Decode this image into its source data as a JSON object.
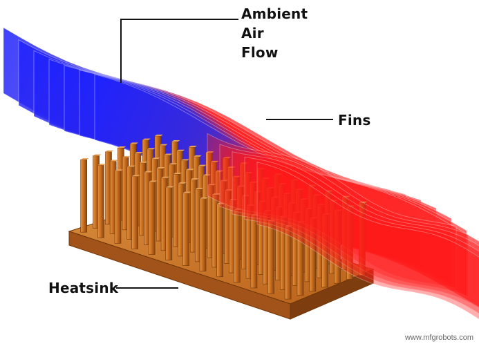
{
  "labels": {
    "ambient_air_flow": [
      "Ambient",
      "Air",
      "Flow"
    ],
    "fins": "Fins",
    "heatsink": "Heatsink"
  },
  "watermark": "www.mfgrobots.com",
  "colors": {
    "cool_air": "#2a2aff",
    "warm_air": "#ff1a1a",
    "copper": "#c96f1c",
    "copper_dark": "#7a3d0c",
    "copper_light": "#e89a4a",
    "leader_line": "#111111"
  }
}
